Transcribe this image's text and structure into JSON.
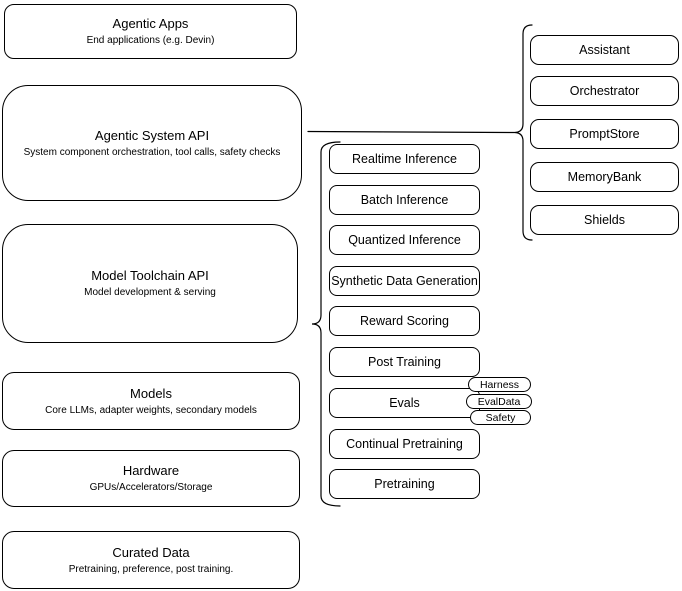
{
  "left_stack": [
    {
      "title": "Agentic Apps",
      "subtitle": "End applications (e.g. Devin)"
    },
    {
      "title": "Agentic System API",
      "subtitle": "System component orchestration, tool calls, safety checks"
    },
    {
      "title": "Model Toolchain API",
      "subtitle": "Model development & serving"
    },
    {
      "title": "Models",
      "subtitle": "Core LLMs, adapter weights, secondary models"
    },
    {
      "title": "Hardware",
      "subtitle": "GPUs/Accelerators/Storage"
    },
    {
      "title": "Curated Data",
      "subtitle": "Pretraining, preference, post training."
    }
  ],
  "toolchain_items": [
    "Realtime Inference",
    "Batch Inference",
    "Quantized Inference",
    "Synthetic Data Generation",
    "Reward Scoring",
    "Post Training",
    "Evals",
    "Continual Pretraining",
    "Pretraining"
  ],
  "eval_tags": [
    "Harness",
    "EvalData",
    "Safety"
  ],
  "system_components": [
    "Assistant",
    "Orchestrator",
    "PromptStore",
    "MemoryBank",
    "Shields"
  ],
  "colors": {
    "stroke": "#000000",
    "fill": "#ffffff",
    "text": "#000000"
  }
}
